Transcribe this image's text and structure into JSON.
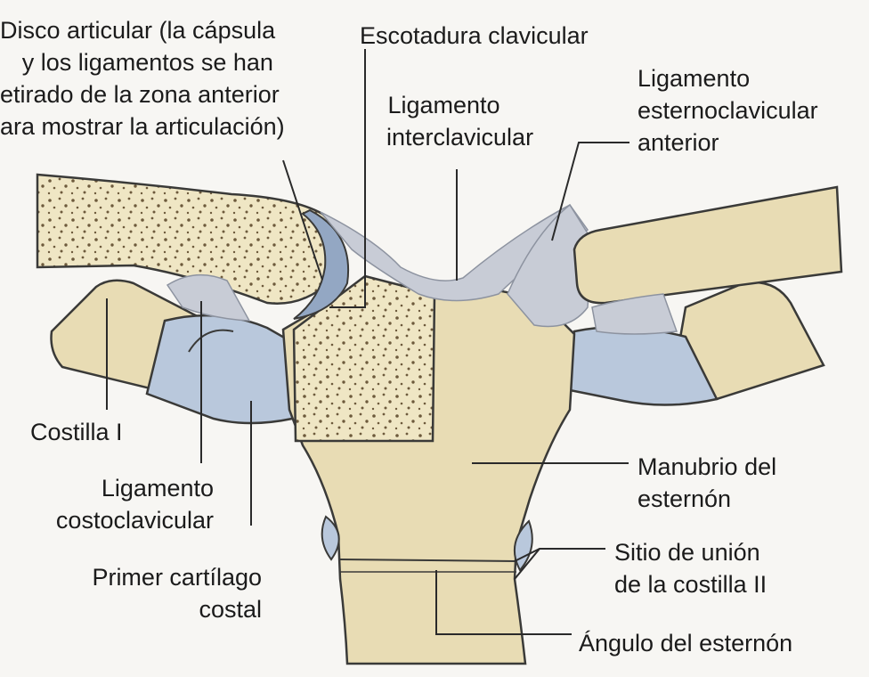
{
  "labels": {
    "disco_articular": [
      "Disco articular (la cápsula",
      "y los ligamentos se han",
      "etirado de la zona anterior",
      "ara mostrar la articulación)"
    ],
    "escotadura_clavicular": "Escotadura clavicular",
    "ligamento_interclavicular": [
      "Ligamento",
      "interclavicular"
    ],
    "ligamento_esternoclavicular_anterior": [
      "Ligamento",
      "esternoclavicular",
      "anterior"
    ],
    "costilla_i": "Costilla I",
    "ligamento_costoclavicular": [
      "Ligamento",
      "costoclavicular"
    ],
    "primer_cartilago_costal": [
      "Primer cartílago",
      "costal"
    ],
    "manubrio_del_esternon": [
      "Manubrio del",
      "esternón"
    ],
    "sitio_union_costilla_ii": [
      "Sitio de unión",
      "de la costilla II"
    ],
    "angulo_del_esternon": "Ángulo del esternón"
  },
  "colors": {
    "bone": "#e8dcb4",
    "bone_cut": "#efe6c4",
    "cartilage": "#b9c8dc",
    "ligament": "#c8ccd6",
    "disc": "#93a7c3",
    "outline": "#3a3a38"
  }
}
